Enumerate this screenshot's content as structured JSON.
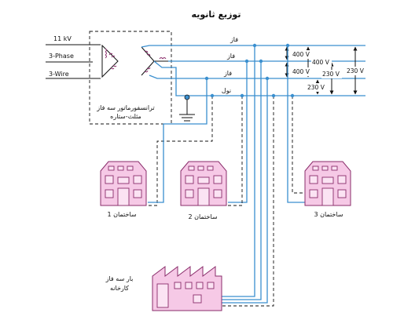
{
  "title": "توزیع ثانویه",
  "primary": {
    "voltage": "11 kV",
    "phase": "3-Phase",
    "wire": "3-Wire"
  },
  "transformer": {
    "label_line1": "ترانسفورماتور سه فاز",
    "label_line2": "مثلث-ستاره"
  },
  "lines": {
    "phase1": "فاز",
    "phase2": "فاز",
    "phase3": "فاز",
    "neutral": "نول"
  },
  "voltages": {
    "line_12": "400 V",
    "line_23": "400 V",
    "line_13": "400 V",
    "phase_3n": "230 V",
    "phase_2n": "230 V",
    "phase_1n": "230 V"
  },
  "buildings": {
    "b1": "ساختمان 1",
    "b2": "ساختمان 2",
    "b3": "ساختمان 3"
  },
  "factory": {
    "line1": "بار سه فاز",
    "line2": "کارخانه"
  },
  "colors": {
    "line": "#3a8fcf",
    "building_fill": "#f6c9e6",
    "building_stroke": "#8a2d6b"
  }
}
